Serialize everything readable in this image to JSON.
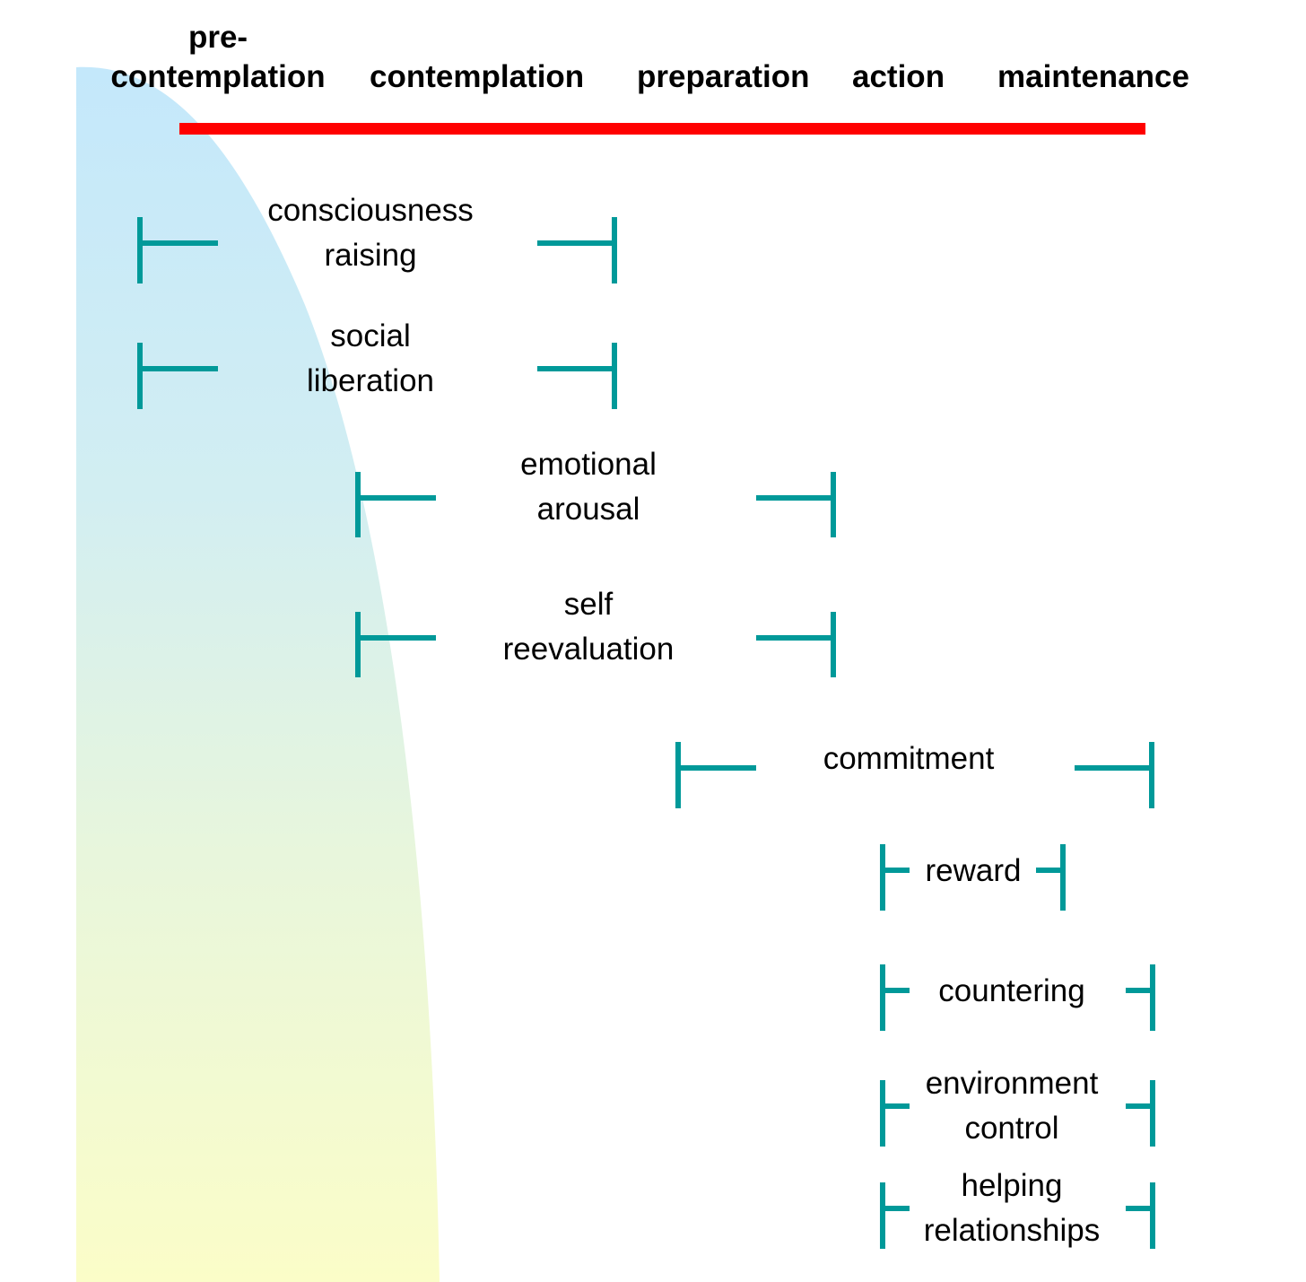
{
  "stages": [
    {
      "label_line1": "pre-",
      "label_line2": "contemplation"
    },
    {
      "label": "contemplation"
    },
    {
      "label": "preparation"
    },
    {
      "label": "action"
    },
    {
      "label": "maintenance"
    }
  ],
  "processes": [
    {
      "id": "consciousness-raising",
      "line1": "consciousness",
      "line2": "raising"
    },
    {
      "id": "social-liberation",
      "line1": "social",
      "line2": "liberation"
    },
    {
      "id": "emotional-arousal",
      "line1": "emotional",
      "line2": "arousal"
    },
    {
      "id": "self-reevaluation",
      "line1": "self",
      "line2": "reevaluation"
    },
    {
      "id": "commitment",
      "line1": "commitment",
      "line2": ""
    },
    {
      "id": "reward",
      "line1": "reward",
      "line2": ""
    },
    {
      "id": "countering",
      "line1": "countering",
      "line2": ""
    },
    {
      "id": "environment-control",
      "line1": "environment",
      "line2": "control"
    },
    {
      "id": "helping-relationships",
      "line1": "helping",
      "line2": "relationships"
    }
  ],
  "colors": {
    "timeline": "#ff0000",
    "bracket": "#009999",
    "gradient_top": "#c4e8fb",
    "gradient_bottom": "#fbfdc8"
  }
}
